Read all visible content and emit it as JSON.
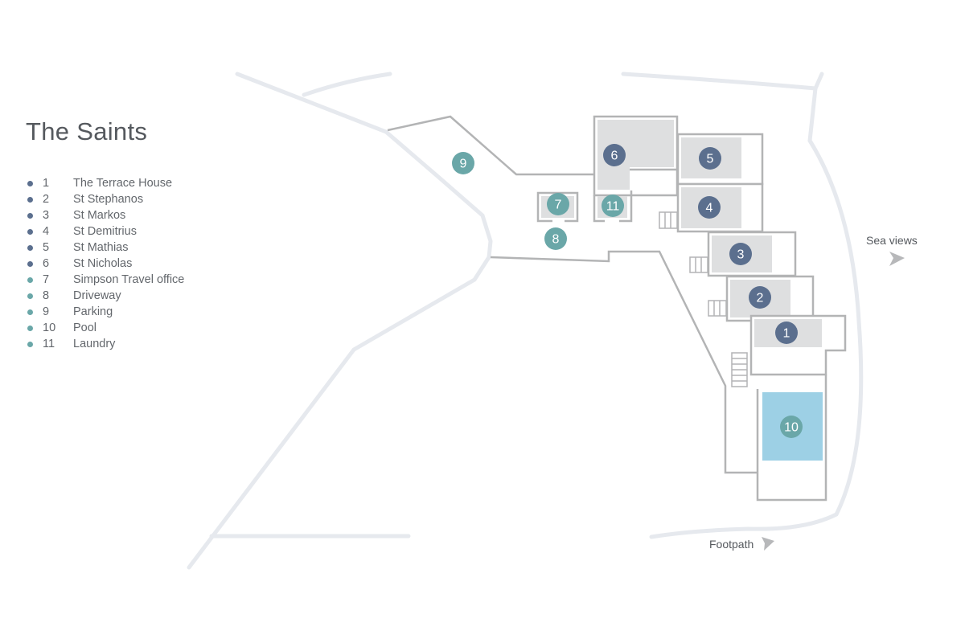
{
  "title": "The Saints",
  "colors": {
    "villa": "#5b6f8e",
    "amenity": "#6aa7a8",
    "pool_water": "#9dd0e5",
    "building_fill": "#dedfe0",
    "outline": "#b3b4b5",
    "path": "#e6e9ee"
  },
  "legend": [
    {
      "number": "1",
      "label": "The Terrace House",
      "kind": "villa"
    },
    {
      "number": "2",
      "label": "St Stephanos",
      "kind": "villa"
    },
    {
      "number": "3",
      "label": "St Markos",
      "kind": "villa"
    },
    {
      "number": "4",
      "label": "St Demitrius",
      "kind": "villa"
    },
    {
      "number": "5",
      "label": "St Mathias",
      "kind": "villa"
    },
    {
      "number": "6",
      "label": "St Nicholas",
      "kind": "villa"
    },
    {
      "number": "7",
      "label": "Simpson Travel office",
      "kind": "amenity"
    },
    {
      "number": "8",
      "label": "Driveway",
      "kind": "amenity"
    },
    {
      "number": "9",
      "label": "Parking",
      "kind": "amenity"
    },
    {
      "number": "10",
      "label": "Pool",
      "kind": "amenity"
    },
    {
      "number": "11",
      "label": "Laundry",
      "kind": "amenity"
    }
  ],
  "map_labels": {
    "sea_views": "Sea views",
    "footpath": "Footpath"
  },
  "markers": {
    "m1": "1",
    "m2": "2",
    "m3": "3",
    "m4": "4",
    "m5": "5",
    "m6": "6",
    "m7": "7",
    "m8": "8",
    "m9": "9",
    "m10": "10",
    "m11": "11"
  }
}
